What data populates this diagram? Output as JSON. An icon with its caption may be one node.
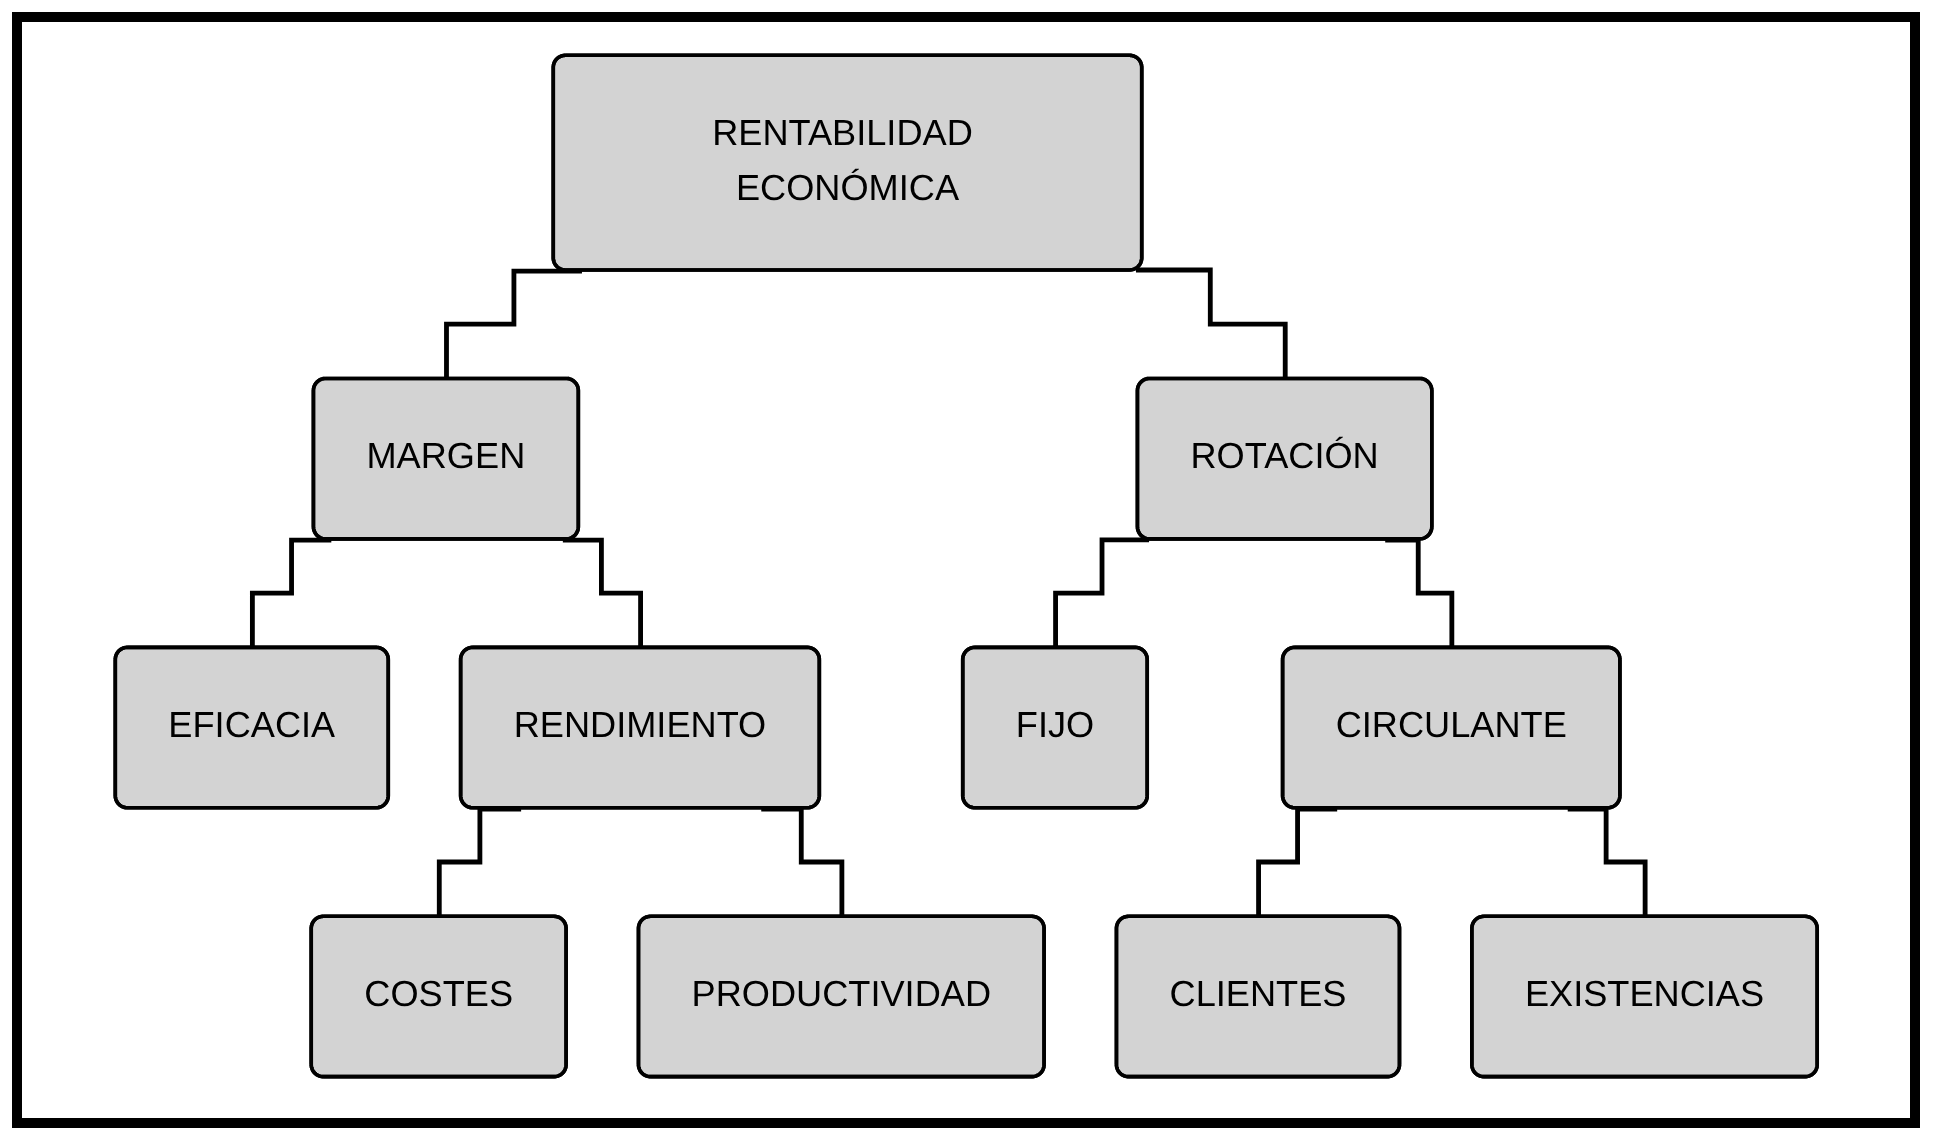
{
  "diagram": {
    "nodes": [
      {
        "text": [
          "RENTABILIDAD ECONÓMICA"
        ]
      },
      {
        "text": [
          "MARGEN"
        ]
      },
      {
        "text": [
          "ROTACIÓN"
        ]
      },
      {
        "text": [
          "EFICACIA"
        ]
      },
      {
        "text": [
          "RENDIMIENTO"
        ]
      },
      {
        "text": [
          "FIJO"
        ]
      },
      {
        "text": [
          "CIRCULANTE"
        ]
      },
      {
        "text": [
          "COSTES"
        ]
      },
      {
        "text": [
          "PRODUCTIVIDAD"
        ]
      },
      {
        "text": [
          "CLIENTES"
        ]
      },
      {
        "text": [
          "EXISTENCIAS"
        ]
      }
    ],
    "edges": [
      {
        "from": 0,
        "to": 1,
        "arrow": "none"
      },
      {
        "from": 0,
        "to": 2,
        "arrow": "none"
      },
      {
        "from": 1,
        "to": 3,
        "arrow": "none"
      },
      {
        "from": 1,
        "to": 4,
        "arrow": "none"
      },
      {
        "from": 2,
        "to": 5,
        "arrow": "none"
      },
      {
        "from": 2,
        "to": 6,
        "arrow": "none"
      },
      {
        "from": 4,
        "to": 7,
        "arrow": "none"
      },
      {
        "from": 4,
        "to": 8,
        "arrow": "none"
      },
      {
        "from": 6,
        "to": 9,
        "arrow": "none"
      },
      {
        "from": 6,
        "to": 10,
        "arrow": "none"
      }
    ]
  }
}
